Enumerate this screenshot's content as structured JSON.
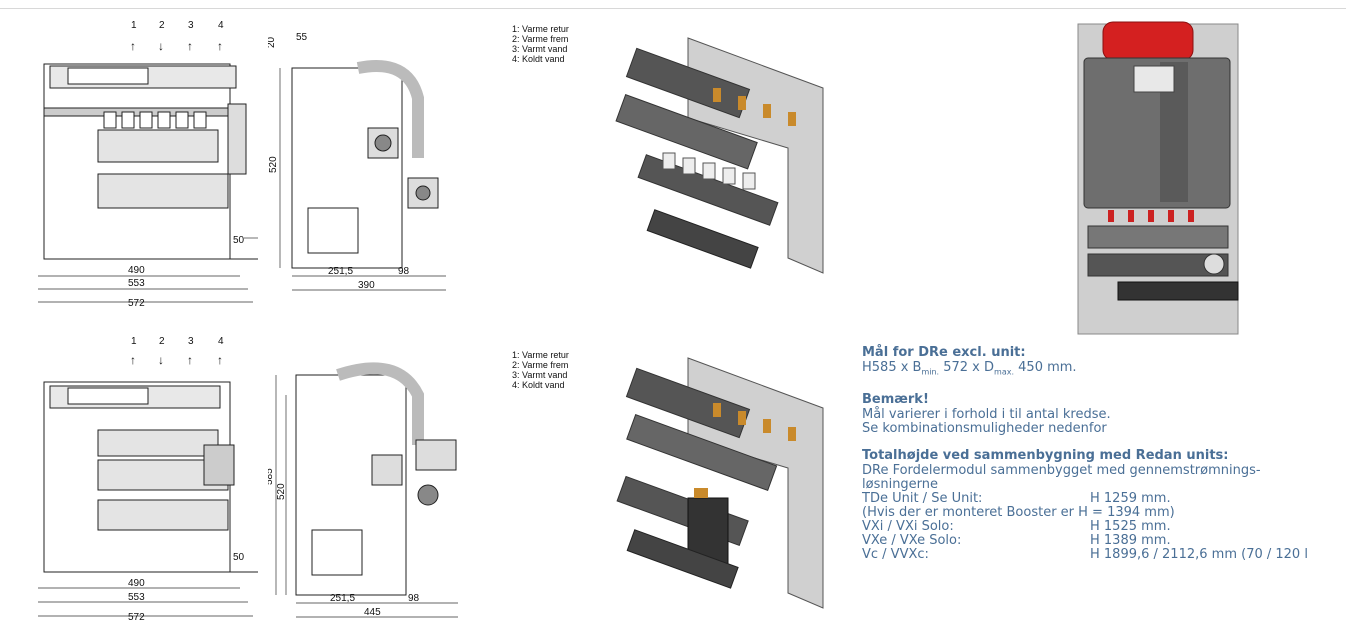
{
  "front_top": {
    "numbers": [
      "1",
      "2",
      "3",
      "4"
    ],
    "arrows": [
      "↑",
      "↓",
      "↑",
      "↑"
    ],
    "dims": {
      "w1": "490",
      "w2": "553",
      "w3": "572",
      "h_small": "50"
    }
  },
  "side_top": {
    "dims": {
      "top": "20",
      "offset": "55",
      "height": "520",
      "d1": "251,5",
      "d2": "98",
      "total": "390"
    }
  },
  "legend_top": [
    "1:  Varme retur",
    "2:  Varme frem",
    "3:  Varmt vand",
    "4:  Koldt vand"
  ],
  "front_bottom": {
    "numbers": [
      "1",
      "2",
      "3",
      "4"
    ],
    "arrows": [
      "↑",
      "↓",
      "↑",
      "↑"
    ],
    "dims": {
      "w1": "490",
      "w2": "553",
      "w3": "572",
      "h_small": "50"
    }
  },
  "side_bottom": {
    "dims": {
      "height_outer": "585",
      "height": "520",
      "d1": "251,5",
      "d2": "98",
      "total": "445"
    }
  },
  "legend_bottom": [
    "1:  Varme retur",
    "2:  Varme frem",
    "3:  Varmt vand",
    "4:  Koldt vand"
  ],
  "info": {
    "dre_title": "Mål for DRe excl. unit:",
    "dre_h": "H585 x B",
    "dre_min": "min.",
    "dre_mid": " 572 x D",
    "dre_max": "max.",
    "dre_end": " 450 mm.",
    "note_title": "Bemærk!",
    "note_line1": "Mål varierer i forhold i til antal kredse.",
    "note_line2": "Se kombinationsmuligheder nedenfor",
    "total_title": "Totalhøjde ved sammenbygning med Redan units:",
    "total_line1": "DRe Fordelermodul sammenbygget med gennemstrømnings-",
    "total_line2": "løsningerne",
    "rows": [
      {
        "k": "TDe Unit / Se Unit:",
        "v": "H 1259 mm."
      },
      {
        "k": "(Hvis der er monteret Booster er H =  1394 mm)",
        "v": ""
      },
      {
        "k": "VXi / VXi Solo:",
        "v": "H 1525 mm."
      },
      {
        "k": "VXe / VXe Solo:",
        "v": "H 1389 mm."
      },
      {
        "k": "Vc / VVXc:",
        "v": "H 1899,6 / 2112,6 mm (70 / 120 l"
      }
    ]
  },
  "colors": {
    "accent": "#4a6f96",
    "expansion_tank": "#d42020",
    "unit_body": "#6e6e6e"
  }
}
